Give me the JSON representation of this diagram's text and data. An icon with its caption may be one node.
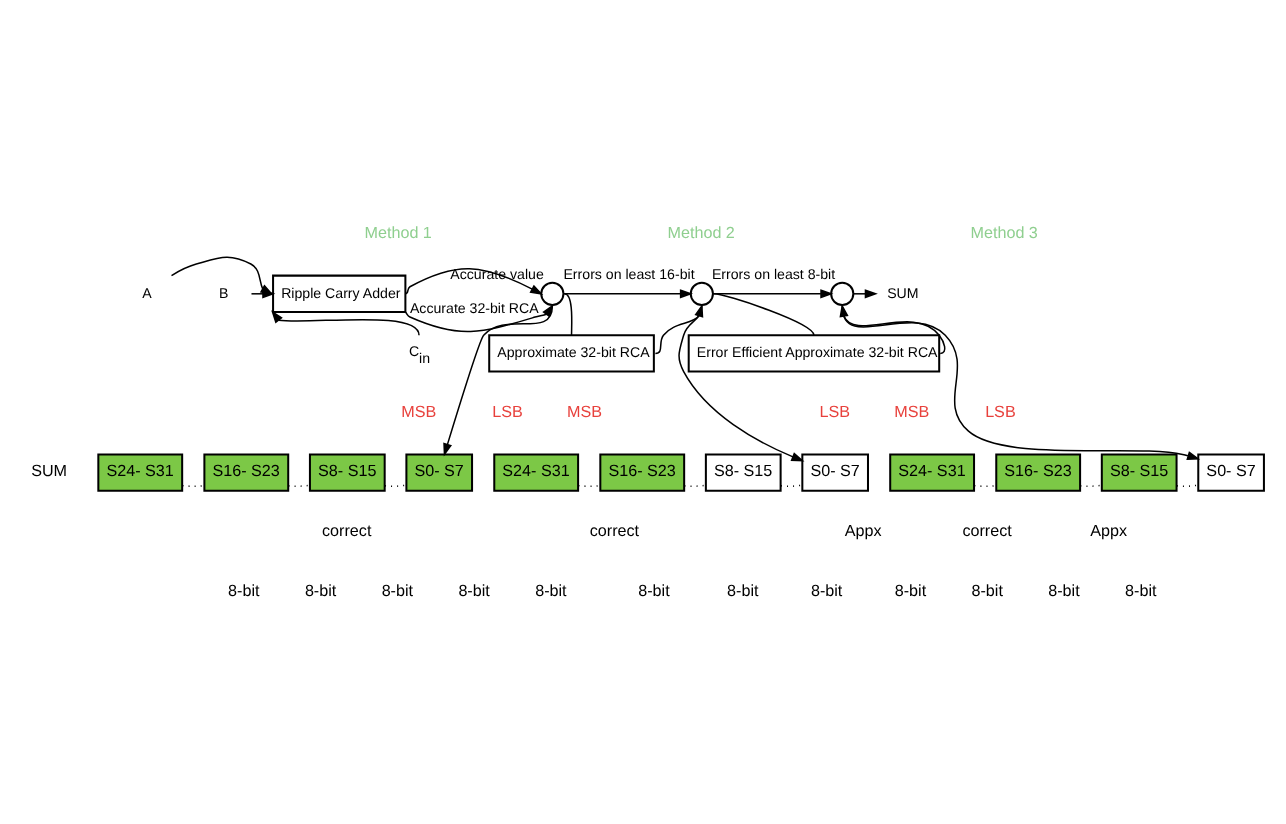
{
  "diagram": {
    "nodes": [
      {
        "text": [
          "A"
        ]
      },
      {
        "text": [
          "B"
        ]
      },
      {
        "text": [
          "C$_{in}$"
        ]
      },
      {
        "text": [
          "Ripple Carry Adder"
        ]
      },
      {
        "text": [],
        "shape": "circle",
        "beside": [
          "Accurate value"
        ]
      },
      {
        "text": [
          "Approximate 32-bit RCA"
        ]
      },
      {
        "text": [],
        "shape": "circle",
        "beside": [
          "Errors on least 16-bit"
        ]
      },
      {
        "text": [
          "Error Efficient Approximate 32-bit RCA"
        ]
      },
      {
        "text": [],
        "shape": "circle",
        "beside": [
          "Errors on least 8-bit"
        ]
      },
      {
        "text": [
          "SUM"
        ]
      },
      {
        "text": [
          "S24- S31"
        ]
      },
      {
        "text": [
          "S16- S23"
        ]
      },
      {
        "text": [
          "S8- S15"
        ]
      },
      {
        "text": [
          "S0- S7"
        ]
      },
      {
        "text": [
          "S24- S31"
        ]
      },
      {
        "text": [
          "S16- S23"
        ]
      },
      {
        "text": [
          "S8- S15"
        ]
      },
      {
        "text": [
          "S0- S7"
        ]
      },
      {
        "text": [
          "S24- S31"
        ]
      },
      {
        "text": [
          "S16- S23"
        ]
      },
      {
        "text": [
          "S8- S15"
        ]
      },
      {
        "text": [
          "S0- S7"
        ]
      }
    ],
    "edges": [
      {
        "from": 0,
        "to": 3,
        "arrow": "to"
      },
      {
        "from": 1,
        "to": 3,
        "arrow": "to"
      },
      {
        "from": 2,
        "to": 3,
        "arrow": "to"
      },
      {
        "from": 3,
        "to": 4,
        "arrow": "to"
      },
      {
        "from": 3,
        "to": 4,
        "arrow": "to",
        "label": "Accurate 32-bit RCA"
      },
      {
        "from": 4,
        "to": 6,
        "arrow": "to"
      },
      {
        "from": 4,
        "to": 5,
        "arrow": "none"
      },
      {
        "from": 5,
        "to": 6,
        "arrow": "to"
      },
      {
        "from": 6,
        "to": 8,
        "arrow": "to"
      },
      {
        "from": 6,
        "to": 7,
        "arrow": "none"
      },
      {
        "from": 7,
        "to": 8,
        "arrow": "to"
      },
      {
        "from": 8,
        "to": 9,
        "arrow": "to"
      },
      {
        "from": 4,
        "to": 13,
        "arrow": "to"
      },
      {
        "from": 6,
        "to": 17,
        "arrow": "to"
      },
      {
        "from": 8,
        "to": 21,
        "arrow": "to"
      },
      {
        "from": 10,
        "to": 11,
        "arrow": "none",
        "style": "dashed"
      },
      {
        "from": 11,
        "to": 12,
        "arrow": "none",
        "style": "dashed"
      },
      {
        "from": 12,
        "to": 13,
        "arrow": "none",
        "style": "dashed"
      },
      {
        "from": 14,
        "to": 15,
        "arrow": "none",
        "style": "dashed"
      },
      {
        "from": 15,
        "to": 16,
        "arrow": "none",
        "style": "dashed"
      },
      {
        "from": 16,
        "to": 17,
        "arrow": "none",
        "style": "dashed"
      },
      {
        "from": 18,
        "to": 19,
        "arrow": "none",
        "style": "dashed"
      },
      {
        "from": 19,
        "to": 20,
        "arrow": "none",
        "style": "dashed"
      },
      {
        "from": 20,
        "to": 21,
        "arrow": "none",
        "style": "dashed"
      }
    ],
    "labels": [
      "Method 1",
      "Method 2",
      "Method 3",
      "SUM",
      "MSB",
      "LSB",
      "MSB",
      "LSB",
      "MSB",
      "LSB",
      "correct",
      "correct",
      "Appx",
      "correct",
      "Appx",
      "8-bit",
      "8-bit",
      "8-bit",
      "8-bit",
      "8-bit",
      "8-bit",
      "8-bit",
      "8-bit",
      "8-bit",
      "8-bit",
      "8-bit",
      "8-bit"
    ]
  }
}
